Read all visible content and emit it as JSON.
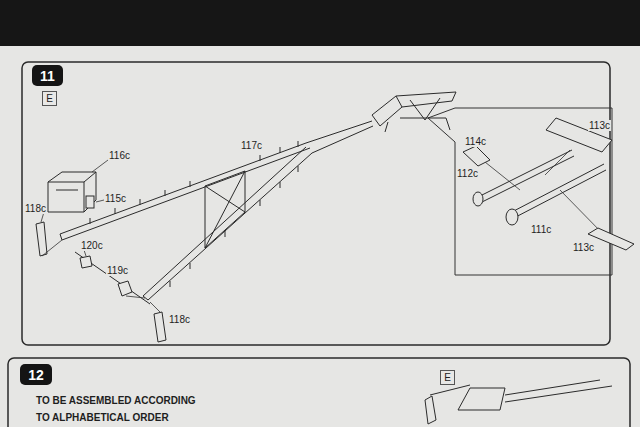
{
  "diagram": {
    "nodes": [
      {
        "text": [
          "11"
        ]
      },
      {
        "text": [
          "E"
        ]
      },
      {
        "text": [
          "12"
        ]
      },
      {
        "text": [
          "E"
        ]
      }
    ],
    "labels": [
      "116c",
      "117c",
      "115c",
      "118c",
      "120c",
      "119c",
      "118c",
      "114c",
      "113c",
      "112c",
      "111c",
      "113c",
      "TO BE ASSEMBLED ACCORDING TO ALPHABETICAL ORDER"
    ]
  }
}
